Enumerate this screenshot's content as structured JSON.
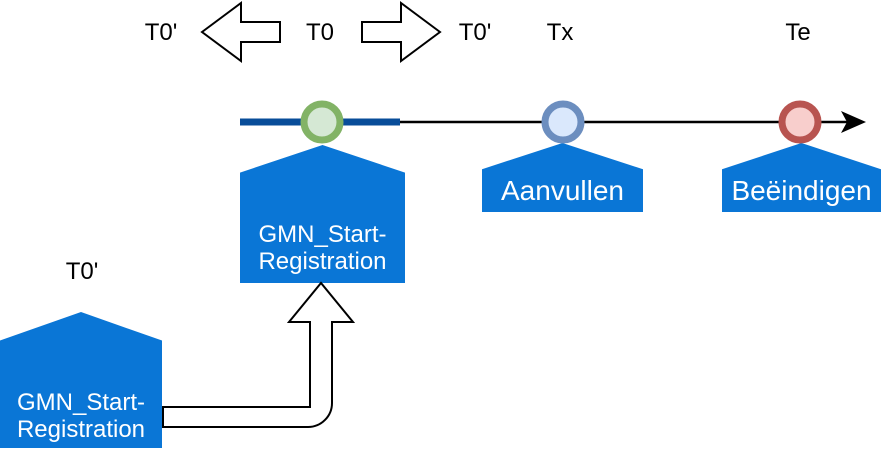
{
  "top_labels": {
    "t0_prime_left": "T0'",
    "t0": "T0",
    "t0_prime_right": "T0'",
    "tx": "Tx",
    "te": "Te"
  },
  "bottom_labels": {
    "t0_prime": "T0'"
  },
  "nodes": {
    "start_registration_main": "GMN_Start-\nRegistration",
    "aanvullen": "Aanvullen",
    "beeindigen": "Beëindigen",
    "start_registration_early": "GMN_Start-\nRegistration"
  },
  "milestones": {
    "t0_color": "green",
    "tx_color": "blue",
    "te_color": "red"
  },
  "colors": {
    "node_blue": "#0a76d6",
    "timeline_dark_blue": "#084d99",
    "line_black": "#000000",
    "green_fill": "#d5e8d4",
    "green_stroke": "#82b366",
    "blue_fill": "#dae8fc",
    "blue_stroke": "#6c8ebf",
    "red_fill": "#f8cecc",
    "red_stroke": "#b85450"
  }
}
